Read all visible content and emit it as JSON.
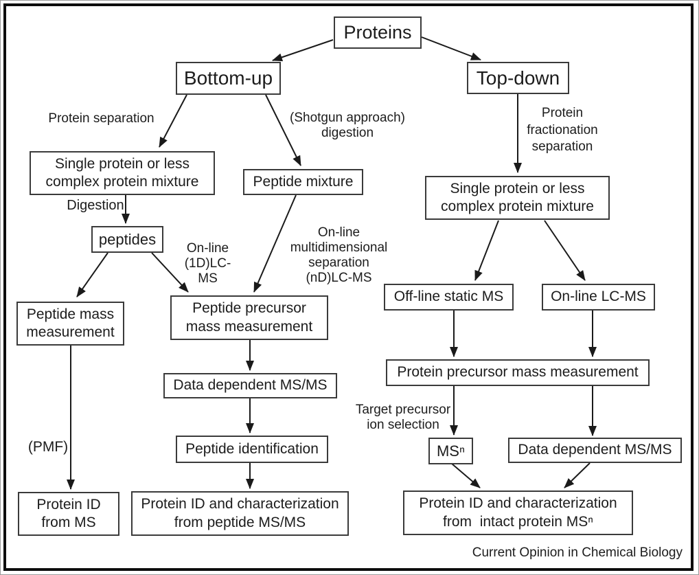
{
  "diagram": {
    "nodes": {
      "proteins": {
        "label": "Proteins"
      },
      "bottom_up": {
        "label": "Bottom-up"
      },
      "top_down": {
        "label": "Top-down"
      },
      "single_protein_left": {
        "label": "Single protein or less\ncomplex protein mixture"
      },
      "peptide_mixture": {
        "label": "Peptide mixture"
      },
      "single_protein_right": {
        "label": "Single protein or less\ncomplex protein mixture"
      },
      "peptides": {
        "label": "peptides"
      },
      "peptide_mass": {
        "label": "Peptide mass\nmeasurement"
      },
      "peptide_precursor": {
        "label": "Peptide precursor\nmass measurement"
      },
      "offline_static_ms": {
        "label": "Off-line static MS"
      },
      "online_lc_ms": {
        "label": "On-line LC-MS"
      },
      "data_dependent_msms_mid": {
        "label": "Data dependent MS/MS"
      },
      "protein_precursor": {
        "label": "Protein precursor mass measurement"
      },
      "peptide_identification": {
        "label": "Peptide identification"
      },
      "ms_n": {
        "label": "MSⁿ"
      },
      "data_dependent_msms_right": {
        "label": "Data dependent MS/MS"
      },
      "protein_id_from_ms": {
        "label": "Protein ID\nfrom MS"
      },
      "protein_id_peptide_msms": {
        "label": "Protein ID and characterization\nfrom peptide MS/MS"
      },
      "protein_id_intact_msn": {
        "label": "Protein ID and characterization\nfrom  intact protein MSⁿ"
      }
    },
    "edge_labels": {
      "protein_separation": {
        "label": "Protein separation"
      },
      "shotgun_digestion": {
        "label": "(Shotgun approach)\ndigestion"
      },
      "protein_fractionation": {
        "label": "Protein\nfractionation\nseparation"
      },
      "digestion": {
        "label": "Digestion"
      },
      "online_1d_lc_ms": {
        "label": "On-line\n(1D)LC-MS"
      },
      "online_nd_lc_ms": {
        "label": "On-line\nmultidimensional\nseparation\n(nD)LC-MS"
      },
      "target_precursor": {
        "label": "Target precursor\nion selection"
      },
      "pmf": {
        "label": "(PMF)"
      }
    },
    "footer": {
      "label": "Current Opinion in Chemical Biology"
    },
    "colors": {
      "ink": "#1c1c1c",
      "box_border": "#3a3a3a",
      "background": "#ffffff",
      "frame": "#0d0d0d"
    }
  }
}
